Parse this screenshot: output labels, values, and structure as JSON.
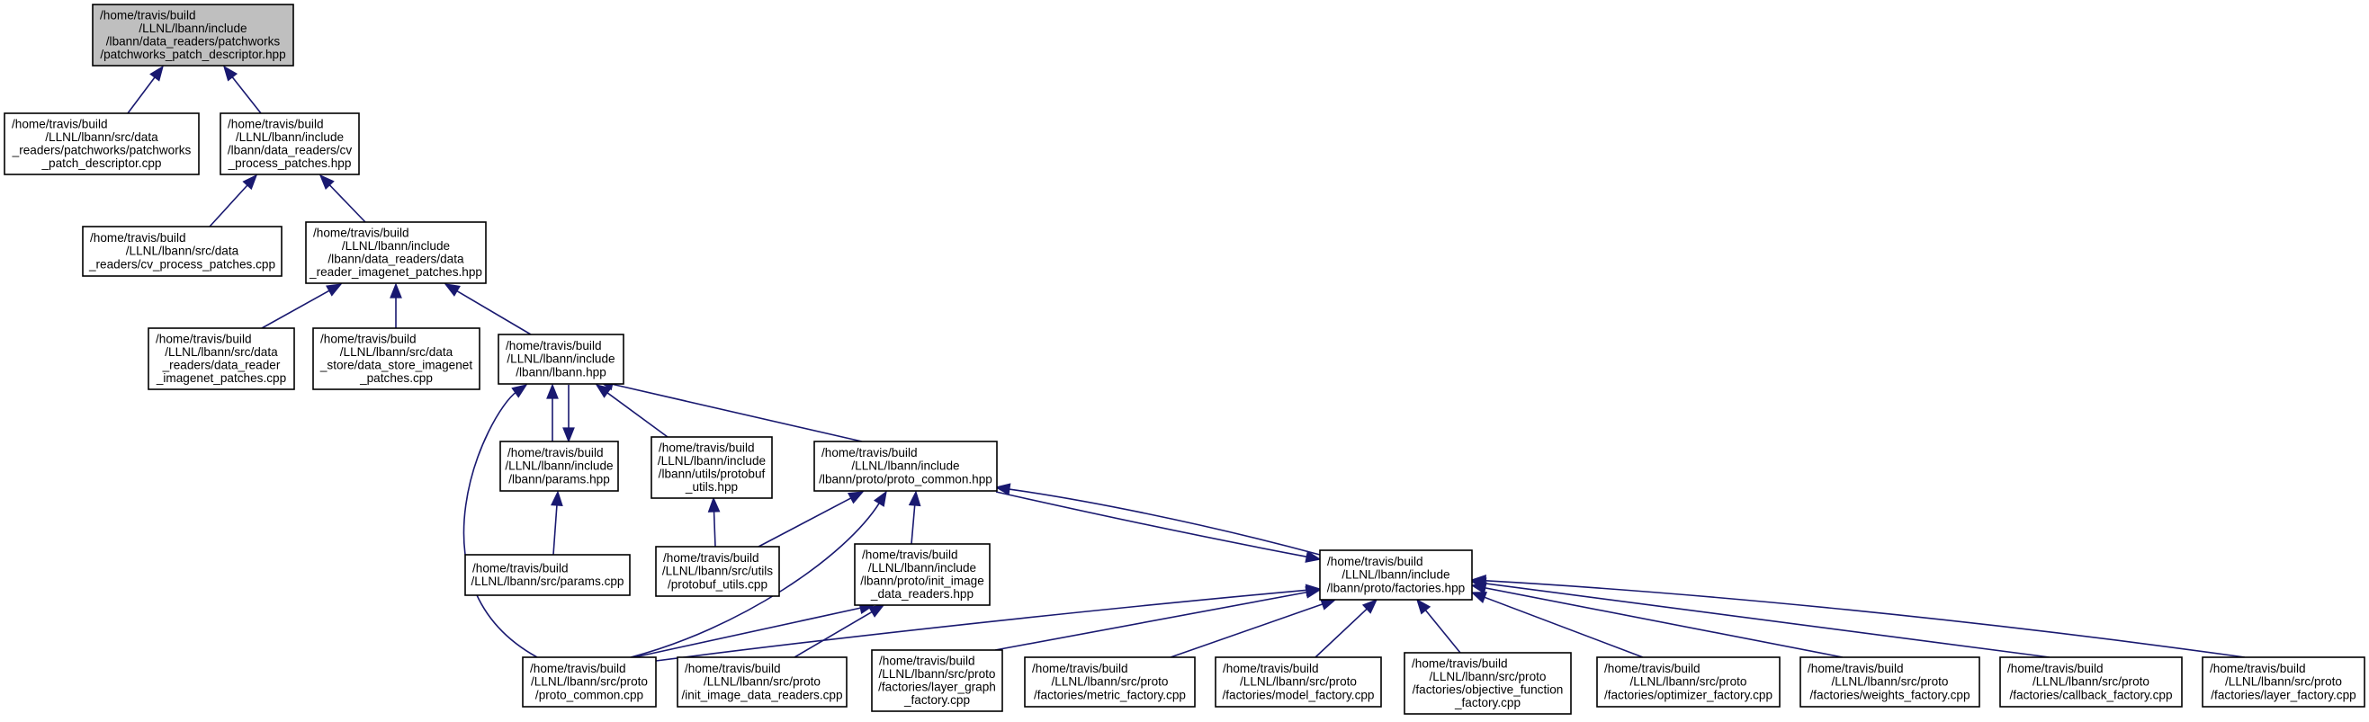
{
  "nodes": [
    {
      "id": "patchworks_patch_descriptor_hpp",
      "root": true,
      "lines": [
        "/home/travis/build",
        "/LLNL/lbann/include",
        "/lbann/data_readers/patchworks",
        "/patchworks_patch_descriptor.hpp"
      ]
    },
    {
      "id": "patchworks_patch_descriptor_cpp",
      "lines": [
        "/home/travis/build",
        "/LLNL/lbann/src/data",
        "_readers/patchworks/patchworks",
        "_patch_descriptor.cpp"
      ]
    },
    {
      "id": "cv_process_patches_hpp",
      "lines": [
        "/home/travis/build",
        "/LLNL/lbann/include",
        "/lbann/data_readers/cv",
        "_process_patches.hpp"
      ]
    },
    {
      "id": "cv_process_patches_cpp",
      "lines": [
        "/home/travis/build",
        "/LLNL/lbann/src/data",
        "_readers/cv_process_patches.cpp"
      ]
    },
    {
      "id": "data_reader_imagenet_patches_hpp",
      "lines": [
        "/home/travis/build",
        "/LLNL/lbann/include",
        "/lbann/data_readers/data",
        "_reader_imagenet_patches.hpp"
      ]
    },
    {
      "id": "data_reader_imagenet_patches_cpp",
      "lines": [
        "/home/travis/build",
        "/LLNL/lbann/src/data",
        "_readers/data_reader",
        "_imagenet_patches.cpp"
      ]
    },
    {
      "id": "data_store_imagenet_patches_cpp",
      "lines": [
        "/home/travis/build",
        "/LLNL/lbann/src/data",
        "_store/data_store_imagenet",
        "_patches.cpp"
      ]
    },
    {
      "id": "lbann_hpp",
      "lines": [
        "/home/travis/build",
        "/LLNL/lbann/include",
        "/lbann/lbann.hpp"
      ]
    },
    {
      "id": "params_hpp",
      "lines": [
        "/home/travis/build",
        "/LLNL/lbann/include",
        "/lbann/params.hpp"
      ]
    },
    {
      "id": "protobuf_utils_hpp",
      "lines": [
        "/home/travis/build",
        "/LLNL/lbann/include",
        "/lbann/utils/protobuf",
        "_utils.hpp"
      ]
    },
    {
      "id": "proto_common_hpp",
      "lines": [
        "/home/travis/build",
        "/LLNL/lbann/include",
        "/lbann/proto/proto_common.hpp"
      ]
    },
    {
      "id": "params_cpp",
      "lines": [
        "/home/travis/build",
        "/LLNL/lbann/src/params.cpp"
      ]
    },
    {
      "id": "protobuf_utils_cpp",
      "lines": [
        "/home/travis/build",
        "/LLNL/lbann/src/utils",
        "/protobuf_utils.cpp"
      ]
    },
    {
      "id": "init_image_data_readers_hpp",
      "lines": [
        "/home/travis/build",
        "/LLNL/lbann/include",
        "/lbann/proto/init_image",
        "_data_readers.hpp"
      ]
    },
    {
      "id": "factories_hpp",
      "lines": [
        "/home/travis/build",
        "/LLNL/lbann/include",
        "/lbann/proto/factories.hpp"
      ]
    },
    {
      "id": "proto_common_cpp",
      "lines": [
        "/home/travis/build",
        "/LLNL/lbann/src/proto",
        "/proto_common.cpp"
      ]
    },
    {
      "id": "init_image_data_readers_cpp",
      "lines": [
        "/home/travis/build",
        "/LLNL/lbann/src/proto",
        "/init_image_data_readers.cpp"
      ]
    },
    {
      "id": "layer_graph_factory_cpp",
      "lines": [
        "/home/travis/build",
        "/LLNL/lbann/src/proto",
        "/factories/layer_graph",
        "_factory.cpp"
      ]
    },
    {
      "id": "metric_factory_cpp",
      "lines": [
        "/home/travis/build",
        "/LLNL/lbann/src/proto",
        "/factories/metric_factory.cpp"
      ]
    },
    {
      "id": "model_factory_cpp",
      "lines": [
        "/home/travis/build",
        "/LLNL/lbann/src/proto",
        "/factories/model_factory.cpp"
      ]
    },
    {
      "id": "objective_function_factory_cpp",
      "lines": [
        "/home/travis/build",
        "/LLNL/lbann/src/proto",
        "/factories/objective_function",
        "_factory.cpp"
      ]
    },
    {
      "id": "optimizer_factory_cpp",
      "lines": [
        "/home/travis/build",
        "/LLNL/lbann/src/proto",
        "/factories/optimizer_factory.cpp"
      ]
    },
    {
      "id": "weights_factory_cpp",
      "lines": [
        "/home/travis/build",
        "/LLNL/lbann/src/proto",
        "/factories/weights_factory.cpp"
      ]
    },
    {
      "id": "callback_factory_cpp",
      "lines": [
        "/home/travis/build",
        "/LLNL/lbann/src/proto",
        "/factories/callback_factory.cpp"
      ]
    },
    {
      "id": "layer_factory_cpp",
      "lines": [
        "/home/travis/build",
        "/LLNL/lbann/src/proto",
        "/factories/layer_factory.cpp"
      ]
    }
  ],
  "edges": [
    {
      "from": "patchworks_patch_descriptor_cpp",
      "to": "patchworks_patch_descriptor_hpp"
    },
    {
      "from": "cv_process_patches_hpp",
      "to": "patchworks_patch_descriptor_hpp"
    },
    {
      "from": "cv_process_patches_cpp",
      "to": "cv_process_patches_hpp"
    },
    {
      "from": "data_reader_imagenet_patches_hpp",
      "to": "cv_process_patches_hpp"
    },
    {
      "from": "data_reader_imagenet_patches_cpp",
      "to": "data_reader_imagenet_patches_hpp"
    },
    {
      "from": "data_store_imagenet_patches_cpp",
      "to": "data_reader_imagenet_patches_hpp"
    },
    {
      "from": "lbann_hpp",
      "to": "data_reader_imagenet_patches_hpp"
    },
    {
      "from": "params_hpp",
      "to": "lbann_hpp"
    },
    {
      "from": "lbann_hpp",
      "to": "params_hpp"
    },
    {
      "from": "protobuf_utils_hpp",
      "to": "lbann_hpp"
    },
    {
      "from": "proto_common_hpp",
      "to": "lbann_hpp"
    },
    {
      "from": "proto_common_cpp",
      "to": "lbann_hpp"
    },
    {
      "from": "params_cpp",
      "to": "params_hpp"
    },
    {
      "from": "protobuf_utils_cpp",
      "to": "protobuf_utils_hpp"
    },
    {
      "from": "protobuf_utils_cpp",
      "to": "proto_common_hpp"
    },
    {
      "from": "init_image_data_readers_hpp",
      "to": "proto_common_hpp"
    },
    {
      "from": "proto_common_cpp",
      "to": "proto_common_hpp"
    },
    {
      "from": "factories_hpp",
      "to": "proto_common_hpp"
    },
    {
      "from": "proto_common_hpp",
      "to": "factories_hpp"
    },
    {
      "from": "proto_common_cpp",
      "to": "init_image_data_readers_hpp"
    },
    {
      "from": "init_image_data_readers_cpp",
      "to": "init_image_data_readers_hpp"
    },
    {
      "from": "proto_common_cpp",
      "to": "factories_hpp"
    },
    {
      "from": "layer_graph_factory_cpp",
      "to": "factories_hpp"
    },
    {
      "from": "metric_factory_cpp",
      "to": "factories_hpp"
    },
    {
      "from": "model_factory_cpp",
      "to": "factories_hpp"
    },
    {
      "from": "objective_function_factory_cpp",
      "to": "factories_hpp"
    },
    {
      "from": "optimizer_factory_cpp",
      "to": "factories_hpp"
    },
    {
      "from": "weights_factory_cpp",
      "to": "factories_hpp"
    },
    {
      "from": "callback_factory_cpp",
      "to": "factories_hpp"
    },
    {
      "from": "layer_factory_cpp",
      "to": "factories_hpp"
    }
  ]
}
